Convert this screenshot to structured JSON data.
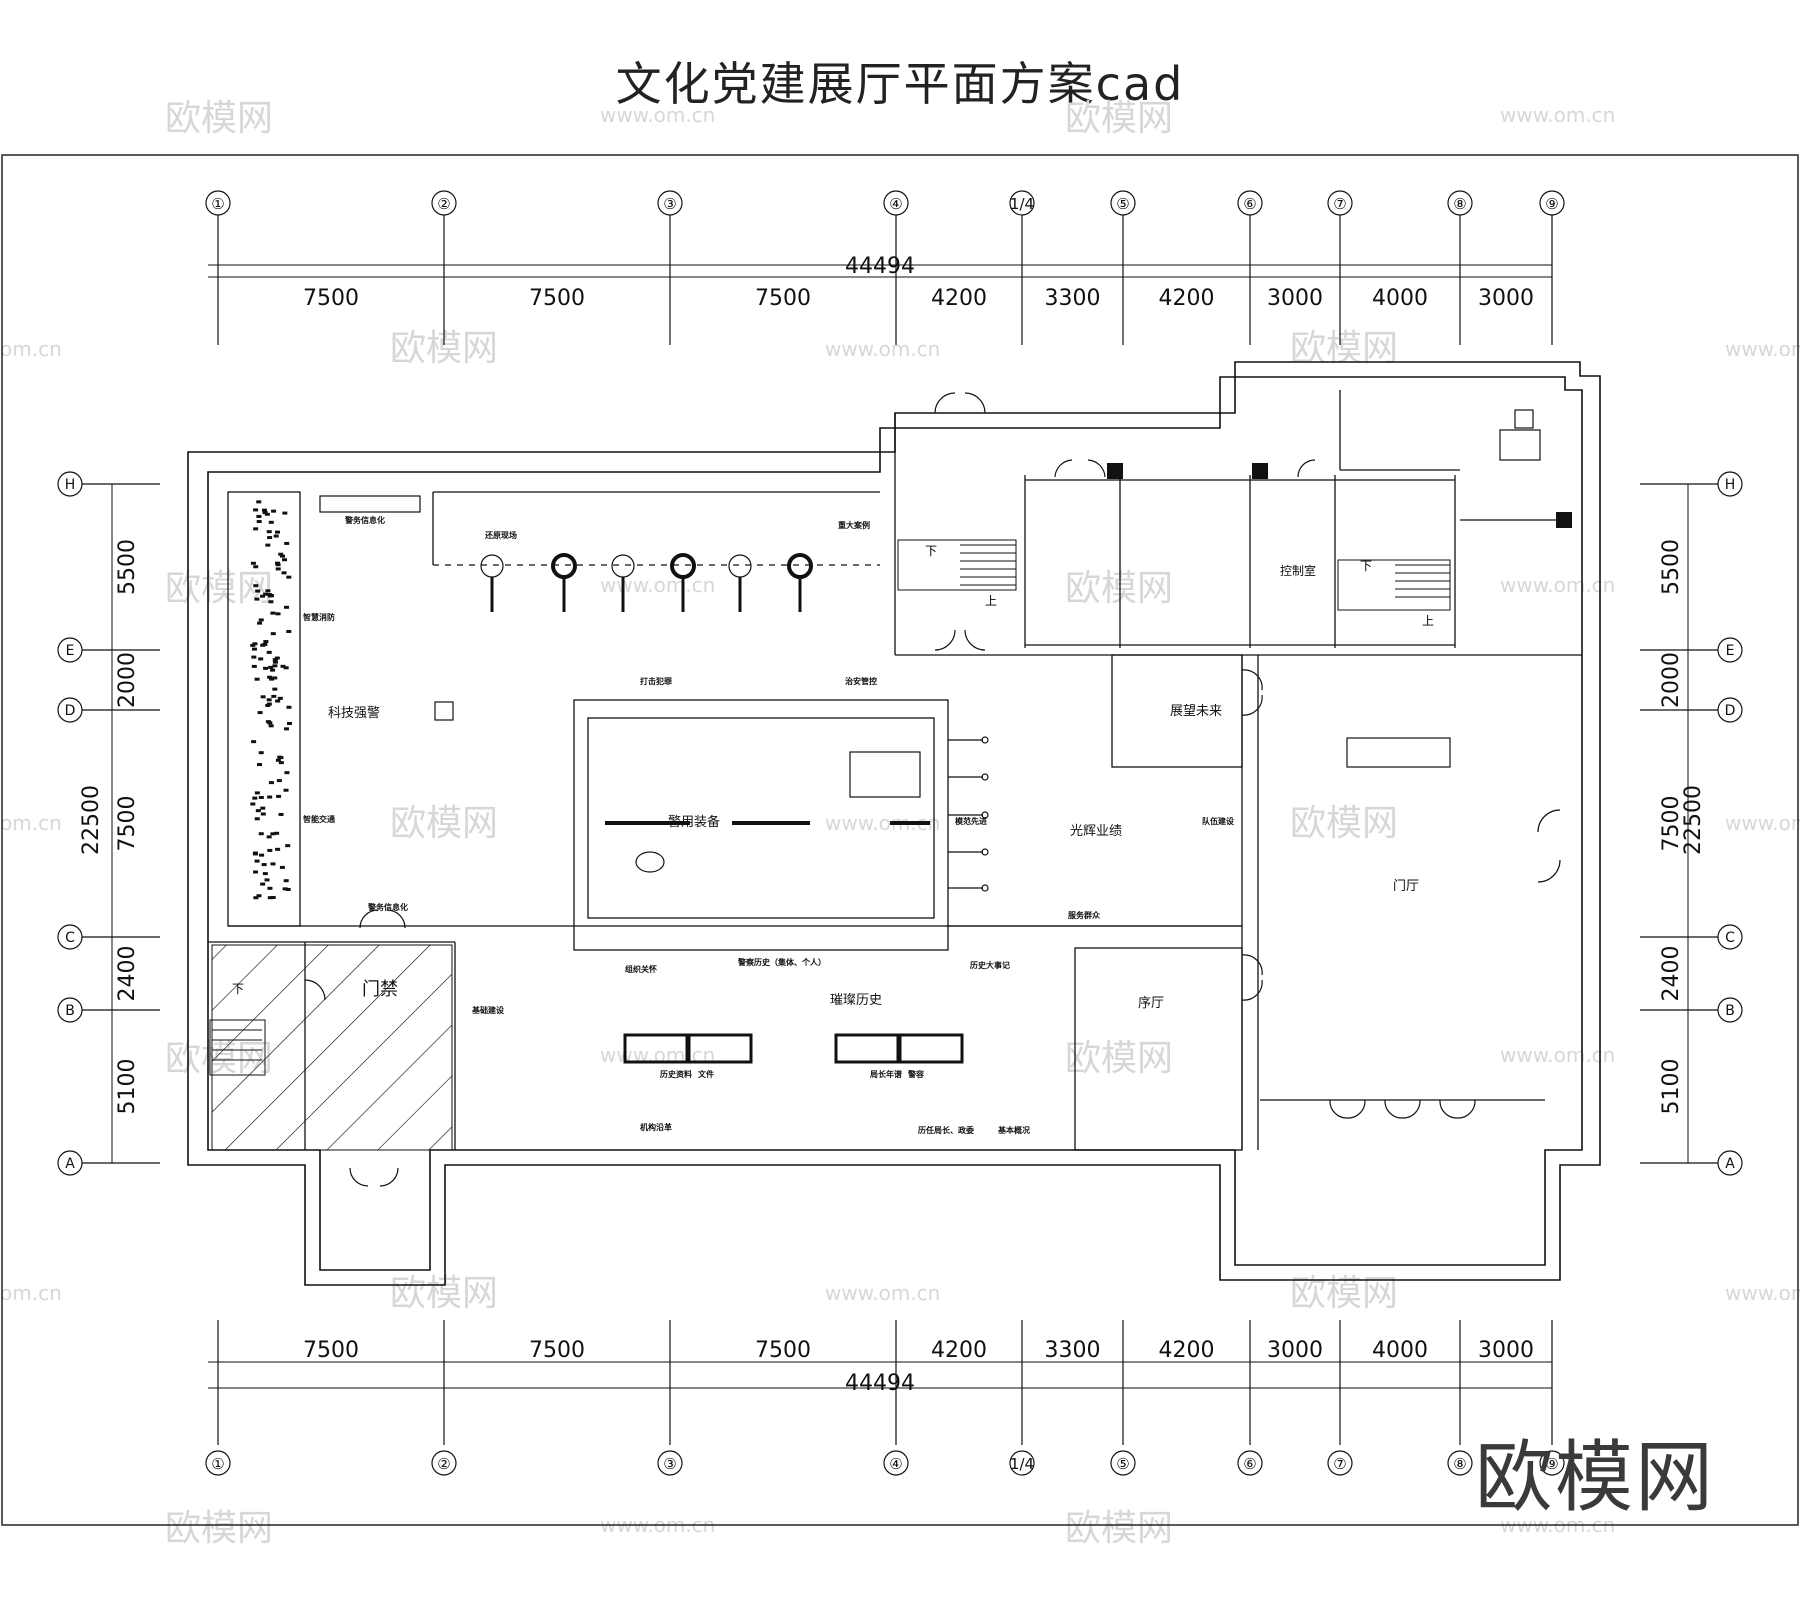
{
  "title": "文化党建展厅平面方案cad",
  "brand": "欧模网",
  "watermark": {
    "logo": "欧模网",
    "url": "www.om.cn",
    "url_short": "om.cn"
  },
  "axes": {
    "columns": [
      "①",
      "②",
      "③",
      "④",
      "1/4",
      "⑤",
      "⑥",
      "⑦",
      "⑧",
      "⑨"
    ],
    "rows": [
      "H",
      "E",
      "D",
      "C",
      "B",
      "A"
    ]
  },
  "dimensions": {
    "total_x": "44494",
    "x_spans": [
      "7500",
      "7500",
      "7500",
      "4200",
      "3300",
      "4200",
      "3000",
      "4000",
      "3000"
    ],
    "y_spans_left": [
      "5500",
      "2000",
      "7500",
      "2400",
      "5100"
    ],
    "y_total_left": "22500",
    "y_spans_right": [
      "5500",
      "2000",
      "7500",
      "2400",
      "5100"
    ],
    "y_total_right": "22500"
  },
  "rooms": {
    "keji": "科技强警",
    "jingyong": "警用装备",
    "guanghui": "光辉业绩",
    "zhanwang": "展望未来",
    "menting": "门厅",
    "xuting": "序厅",
    "cuican": "璀璨历史",
    "menjin": "门禁",
    "kongzhi": "控制室"
  },
  "small_labels": {
    "a1": "警务信息化",
    "a2": "还原现场",
    "a3": "重大案例",
    "a4": "智慧消防",
    "a5": "智能交通",
    "a6": "警务信息化",
    "a7": "打击犯罪",
    "a8": "治安管控",
    "a9": "模范先进",
    "a10": "队伍建设",
    "a11": "服务群众",
    "a12": "警察历史（集体、个人）",
    "a13": "历史大事记",
    "a14": "组织关怀",
    "a15": "基础建设",
    "a16": "历史资料",
    "a17": "文件",
    "a18": "局长年谱",
    "a19": "警容",
    "a20": "机构沿革",
    "a21": "历任局长、政委",
    "a22": "基本概况"
  },
  "stair": {
    "up": "上",
    "down": "下"
  }
}
